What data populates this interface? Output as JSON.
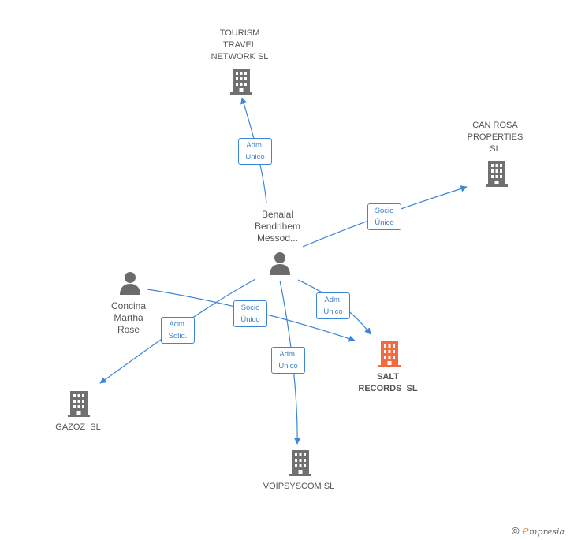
{
  "colors": {
    "edge": "#3d85d6",
    "company_icon": "#707070",
    "focus_icon": "#f26a3f",
    "person_icon": "#6b6b6b"
  },
  "nodes": {
    "tourism": {
      "line1": "TOURISM",
      "line2": "TRAVEL",
      "line3": "NETWORK SL"
    },
    "canrosa": {
      "line1": "CAN ROSA",
      "line2": "PROPERTIES",
      "line3": "SL"
    },
    "benalal": {
      "line1": "Benalal",
      "line2": "Bendrihem",
      "line3": "Messod..."
    },
    "concina": {
      "line1": "Concina",
      "line2": "Martha",
      "line3": "Rose"
    },
    "salt": {
      "line1": "SALT",
      "line2": "RECORDS  SL"
    },
    "gazoz": {
      "line1": "GAZOZ  SL"
    },
    "voipsyscom": {
      "line1": "VOIPSYSCOM SL"
    }
  },
  "edges": {
    "e_tourism": {
      "line1": "Adm.",
      "line2": "Unico"
    },
    "e_canrosa": {
      "line1": "Socio",
      "line2": "Único"
    },
    "e_salt_adm": {
      "line1": "Adm.",
      "line2": "Unico"
    },
    "e_salt_socio": {
      "line1": "Socio",
      "line2": "Único"
    },
    "e_gazoz": {
      "line1": "Adm.",
      "line2": "Solid."
    },
    "e_voip": {
      "line1": "Adm.",
      "line2": "Unico"
    }
  },
  "footer": {
    "copyright": "©",
    "brand_initial": "e",
    "brand_rest": "mpresia"
  }
}
